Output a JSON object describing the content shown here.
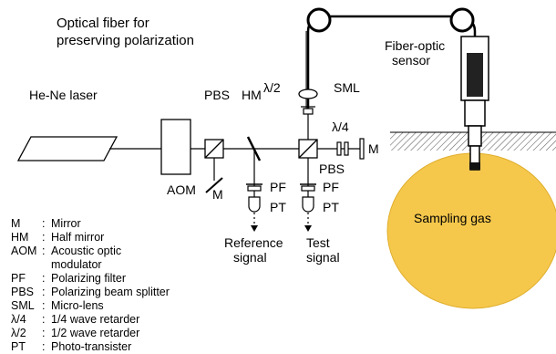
{
  "diagram": {
    "title_line1": "Optical fiber for",
    "title_line2": "preserving polarization",
    "laser": "He-Ne laser",
    "aom": "AOM",
    "pbs_left": "PBS",
    "pbs_right": "PBS",
    "hm": "HM",
    "m_bottom": "M",
    "m_right": "M",
    "half_wave": "λ/2",
    "quarter_wave": "λ/4",
    "sml": "SML",
    "pf_left": "PF",
    "pt_left": "PT",
    "pf_right": "PF",
    "pt_right": "PT",
    "ref_signal_1": "Reference",
    "ref_signal_2": "signal",
    "test_signal_1": "Test",
    "test_signal_2": "signal",
    "sensor_1": "Fiber-optic",
    "sensor_2": "sensor",
    "sampling_gas": "Sampling gas"
  },
  "legend": [
    {
      "abbr": "M",
      "text": "Mirror"
    },
    {
      "abbr": "HM",
      "text": "Half mirror"
    },
    {
      "abbr": "AOM",
      "text": "Acoustic optic"
    },
    {
      "abbr": "",
      "text": "modulator"
    },
    {
      "abbr": "PF",
      "text": "Polarizing filter"
    },
    {
      "abbr": "PBS",
      "text": "Polarizing beam splitter"
    },
    {
      "abbr": "SML",
      "text": "Micro-lens"
    },
    {
      "abbr": "λ/4",
      "text": "1/4 wave retarder"
    },
    {
      "abbr": "λ/2",
      "text": "1/2 wave retarder"
    },
    {
      "abbr": "PT",
      "text": "Photo-transister"
    }
  ],
  "colors": {
    "gas_fill": "#f5c84c",
    "wall_hatch": "#666666"
  }
}
